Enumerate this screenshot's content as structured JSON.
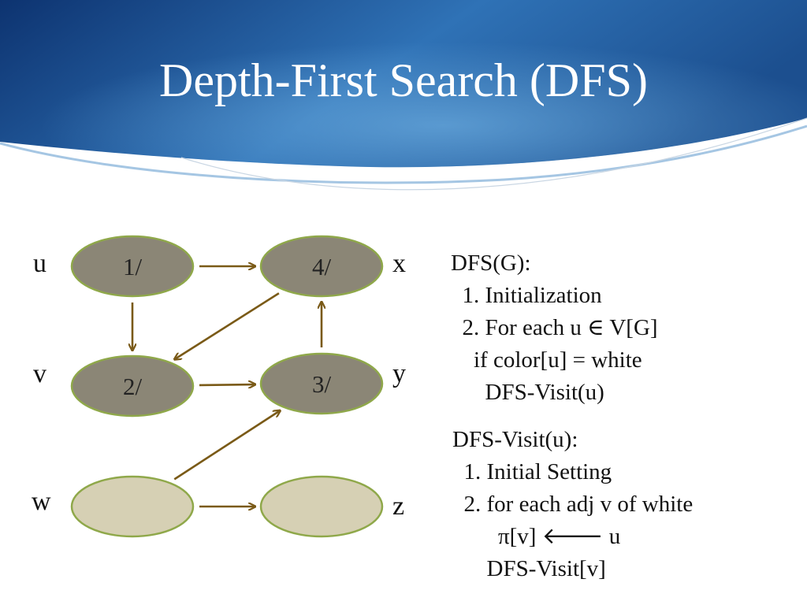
{
  "title": "Depth-First Search (DFS)",
  "colors": {
    "header_dark": "#0f3f7d",
    "header_light": "#3f86c4",
    "visited_node": "#8b8676",
    "unvisited_node": "#d6d0b4",
    "node_border": "#8fa84a",
    "edge": "#7a5a17"
  },
  "graph": {
    "nodes": [
      {
        "id": "u",
        "label": "1/",
        "visited": true
      },
      {
        "id": "x",
        "label": "4/",
        "visited": true
      },
      {
        "id": "v",
        "label": "2/",
        "visited": true
      },
      {
        "id": "y",
        "label": "3/",
        "visited": true
      },
      {
        "id": "w",
        "label": "",
        "visited": false
      },
      {
        "id": "z",
        "label": "",
        "visited": false
      }
    ],
    "edges": [
      {
        "from": "u",
        "to": "x"
      },
      {
        "from": "u",
        "to": "v"
      },
      {
        "from": "x",
        "to": "v"
      },
      {
        "from": "v",
        "to": "y"
      },
      {
        "from": "y",
        "to": "x"
      },
      {
        "from": "w",
        "to": "y"
      },
      {
        "from": "w",
        "to": "z"
      }
    ],
    "vertex_names": {
      "u": "u",
      "x": "x",
      "v": "v",
      "y": "y",
      "w": "w",
      "z": "z"
    }
  },
  "dfs": [
    "DFS(G):",
    "  1. Initialization",
    "  2. For each u ∈ V[G]",
    "    if color[u] = white",
    "      DFS-Visit(u)"
  ],
  "dfs_visit": [
    "DFS-Visit(u):",
    "  1. Initial Setting",
    "  2. for each adj v of white",
    "        π[v] 🡐 u",
    "      DFS-Visit[v]"
  ]
}
